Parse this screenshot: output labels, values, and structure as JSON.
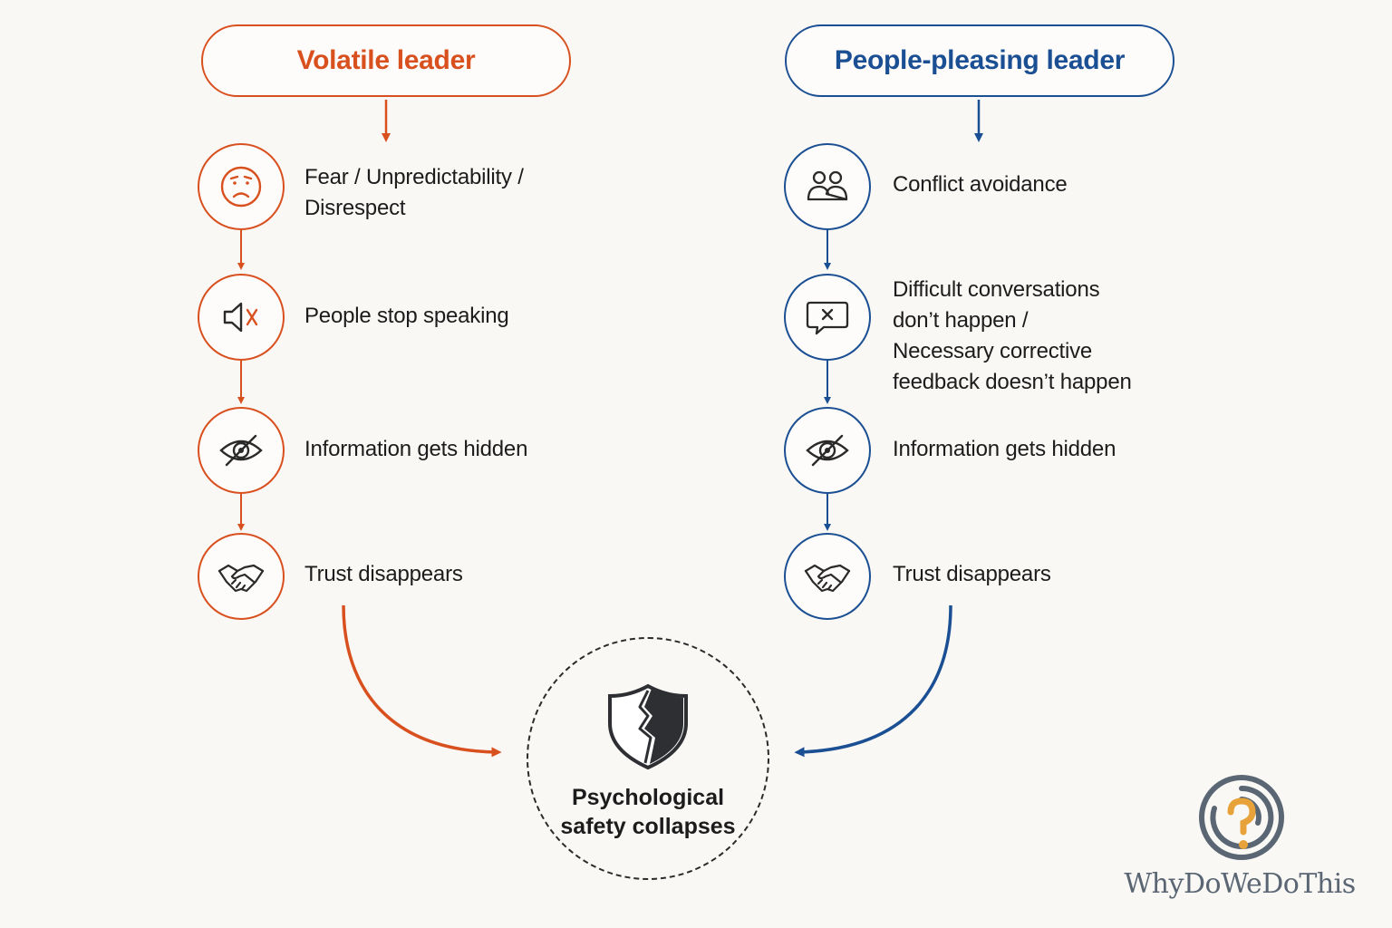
{
  "colors": {
    "volatile_accent": "#d9501f",
    "pleasing_accent": "#1b4f93",
    "background": "#faf8f5",
    "text": "#1c1c1c"
  },
  "left_flow": {
    "header": "Volatile leader",
    "steps": [
      {
        "icon": "sad-face-icon",
        "label": "Fear / Unpredictability /\nDisrespect"
      },
      {
        "icon": "muted-speaker-icon",
        "label": "People stop speaking"
      },
      {
        "icon": "eye-slash-icon",
        "label": "Information gets hidden"
      },
      {
        "icon": "handshake-icon",
        "label": "Trust disappears"
      }
    ]
  },
  "right_flow": {
    "header": "People-pleasing leader",
    "steps": [
      {
        "icon": "two-people-icon",
        "label": "Conflict avoidance"
      },
      {
        "icon": "speech-bubble-x-icon",
        "label": "Difficult conversations\ndon’t happen /\nNecessary corrective\nfeedback doesn’t happen"
      },
      {
        "icon": "eye-slash-icon",
        "label": "Information gets hidden"
      },
      {
        "icon": "handshake-icon",
        "label": "Trust disappears"
      }
    ]
  },
  "outcome": {
    "icon": "broken-shield-icon",
    "label": "Psychological\nsafety collapses"
  },
  "branding": {
    "icon": "maze-question-icon",
    "name": "WhyDoWeDoThis"
  }
}
